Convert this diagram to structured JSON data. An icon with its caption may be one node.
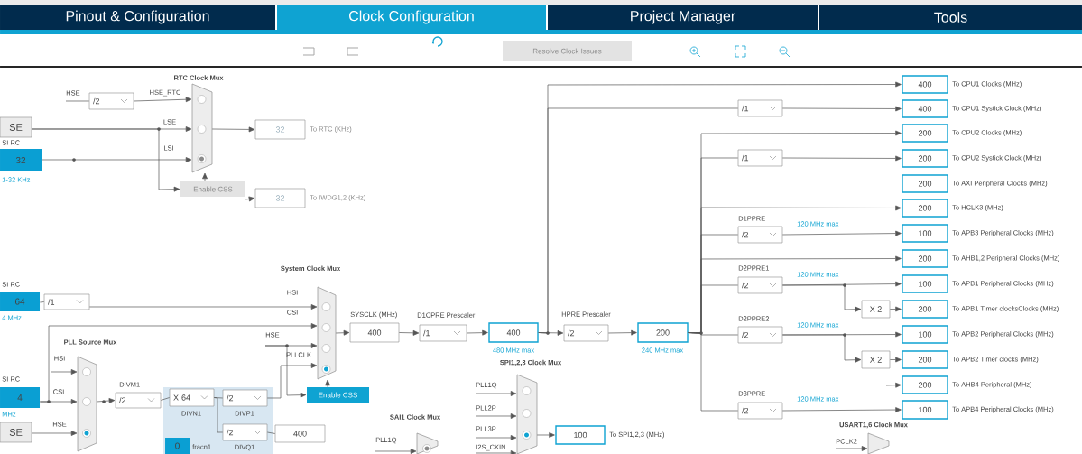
{
  "diagram": {
    "nodes": [
      {
        "text": [
          "Pinout & Configuration"
        ]
      },
      {
        "text": [
          "Clock Configuration"
        ]
      },
      {
        "text": [
          "Project Manager"
        ]
      },
      {
        "text": [
          "Tools"
        ]
      },
      {
        "text": [
          "Resolve Clock Issues"
        ]
      },
      {
        "text": [
          "SE"
        ]
      },
      {
        "text": [
          "32"
        ],
        "beside": [
          "SI RC",
          "1-32 KHz"
        ]
      },
      {
        "text": [
          "/2"
        ]
      },
      {
        "text": [
          "RTC Clock Mux"
        ]
      },
      {
        "text": [
          "32"
        ],
        "beside": [
          "To RTC (KHz)"
        ]
      },
      {
        "text": [
          "Enable CSS"
        ]
      },
      {
        "text": [
          "32"
        ],
        "beside": [
          "To IWDG1,2 (KHz)"
        ]
      },
      {
        "text": [
          "64"
        ],
        "beside": [
          "SI RC",
          "4 MHz"
        ]
      },
      {
        "text": [
          "/1"
        ]
      },
      {
        "text": [
          "System Clock Mux"
        ]
      },
      {
        "text": [
          "400"
        ],
        "beside": [
          "SYSCLK (MHz)"
        ]
      },
      {
        "text": [
          "/1"
        ],
        "beside": [
          "D1CPRE Prescaler"
        ]
      },
      {
        "text": [
          "400"
        ],
        "beside": [
          "480 MHz max"
        ]
      },
      {
        "text": [
          "/2"
        ],
        "beside": [
          "HPRE Prescaler"
        ]
      },
      {
        "text": [
          "200"
        ],
        "beside": [
          "240 MHz max"
        ]
      },
      {
        "text": [
          "4"
        ],
        "beside": [
          "SI RC",
          "MHz"
        ]
      },
      {
        "text": [
          "SE"
        ]
      },
      {
        "text": [
          "PLL Source Mux"
        ]
      },
      {
        "text": [
          "/2"
        ],
        "beside": [
          "DIVM1"
        ]
      },
      {
        "text": [],
        "shape": "box"
      },
      {
        "text": [
          "X 64"
        ],
        "beside": [
          "DIVN1"
        ],
        "in": 24
      },
      {
        "text": [
          "/2"
        ],
        "beside": [
          "DIVP1"
        ],
        "in": 24
      },
      {
        "text": [
          "/2"
        ],
        "beside": [
          "DIVQ1"
        ],
        "in": 24
      },
      {
        "text": [
          "0"
        ],
        "beside": [
          "fracn1"
        ],
        "in": 24
      },
      {
        "text": [
          "400"
        ]
      },
      {
        "text": [
          "Enable CSS"
        ]
      },
      {
        "text": [
          "SPI1,2,3 Clock Mux"
        ]
      },
      {
        "text": [
          "100"
        ],
        "beside": [
          "To SPI1,2,3 (MHz)"
        ]
      },
      {
        "text": [
          "SAI1 Clock Mux"
        ]
      },
      {
        "text": [
          "USART1,6 Clock Mux"
        ]
      },
      {
        "text": [
          "400"
        ],
        "beside": [
          "To CPU1 Clocks (MHz)"
        ]
      },
      {
        "text": [
          "/1"
        ]
      },
      {
        "text": [
          "400"
        ],
        "beside": [
          "To CPU1 Systick Clock (MHz)"
        ]
      },
      {
        "text": [
          "200"
        ],
        "beside": [
          "To CPU2 Clocks (MHz)"
        ]
      },
      {
        "text": [
          "/1"
        ]
      },
      {
        "text": [
          "200"
        ],
        "beside": [
          "To CPU2 Systick Clock (MHz)"
        ]
      },
      {
        "text": [
          "200"
        ],
        "beside": [
          "To AXI Peripheral Clocks (MHz)"
        ]
      },
      {
        "text": [
          "200"
        ],
        "beside": [
          "To HCLK3 (MHz)"
        ]
      },
      {
        "text": [
          "/2"
        ],
        "beside": [
          "D1PPRE",
          "120 MHz max"
        ]
      },
      {
        "text": [
          "100"
        ],
        "beside": [
          "To APB3 Peripheral Clocks (MHz)"
        ]
      },
      {
        "text": [
          "200"
        ],
        "beside": [
          "To AHB1,2 Peripheral Clocks (MHz)"
        ]
      },
      {
        "text": [
          "/2"
        ],
        "beside": [
          "D2PPRE1",
          "120 MHz max"
        ]
      },
      {
        "text": [
          "100"
        ],
        "beside": [
          "To APB1 Peripheral Clocks (MHz)"
        ]
      },
      {
        "text": [
          "X 2"
        ]
      },
      {
        "text": [
          "200"
        ],
        "beside": [
          "To APB1 Timer clocksClocks (MHz)"
        ]
      },
      {
        "text": [
          "/2"
        ],
        "beside": [
          "D2PPRE2",
          "120 MHz max"
        ]
      },
      {
        "text": [
          "100"
        ],
        "beside": [
          "To APB2 Peripheral Clocks (MHz)"
        ]
      },
      {
        "text": [
          "X 2"
        ]
      },
      {
        "text": [
          "200"
        ],
        "beside": [
          "To APB2 Timer clocks (MHz)"
        ]
      },
      {
        "text": [
          "200"
        ],
        "beside": [
          "To AHB4 Peripheral (MHz)"
        ]
      },
      {
        "text": [
          "/2"
        ],
        "beside": [
          "D3PPRE",
          "120 MHz max"
        ]
      },
      {
        "text": [
          "100"
        ],
        "beside": [
          "To APB4 Peripheral Clocks (MHz)"
        ]
      },
      {
        "text": [
          "HSE"
        ]
      },
      {
        "text": [
          "HSE"
        ]
      },
      {
        "text": [
          "PLL1Q"
        ]
      },
      {
        "text": [
          "PLL2P"
        ]
      },
      {
        "text": [
          "PLL3P"
        ]
      },
      {
        "text": [
          "I2S_CKIN"
        ]
      },
      {
        "text": [
          "PLL1Q"
        ]
      },
      {
        "text": [
          "PCLK2"
        ]
      }
    ],
    "edges": [
      {
        "from": 57,
        "to": 7,
        "arrow": "none"
      },
      {
        "from": 7,
        "to": 8,
        "arrow": "to"
      },
      {
        "from": 5,
        "to": 8,
        "arrow": "to"
      },
      {
        "from": 6,
        "to": 8,
        "arrow": "to"
      },
      {
        "from": 8,
        "to": 9,
        "arrow": "to"
      },
      {
        "from": 10,
        "to": 8,
        "arrow": "to"
      },
      {
        "from": 5,
        "to": 10,
        "arrow": "to"
      },
      {
        "from": 10,
        "to": 11,
        "arrow": "to"
      },
      {
        "from": 12,
        "to": 13,
        "arrow": "none"
      },
      {
        "from": 13,
        "to": 14,
        "arrow": "to"
      },
      {
        "from": 20,
        "to": 14,
        "arrow": "to"
      },
      {
        "from": 58,
        "to": 14,
        "arrow": "to"
      },
      {
        "from": 58,
        "to": 30,
        "arrow": "to"
      },
      {
        "from": 26,
        "to": 14,
        "arrow": "to"
      },
      {
        "from": 30,
        "to": 14,
        "arrow": "to"
      },
      {
        "from": 14,
        "to": 15,
        "arrow": "to"
      },
      {
        "from": 15,
        "to": 16,
        "arrow": "to"
      },
      {
        "from": 16,
        "to": 17,
        "arrow": "to"
      },
      {
        "from": 17,
        "to": 18,
        "arrow": "to"
      },
      {
        "from": 17,
        "to": 35,
        "arrow": "to"
      },
      {
        "from": 17,
        "to": 36,
        "arrow": "none"
      },
      {
        "from": 36,
        "to": 37,
        "arrow": "to"
      },
      {
        "from": 18,
        "to": 19,
        "arrow": "to"
      },
      {
        "from": 19,
        "to": 38,
        "arrow": "to"
      },
      {
        "from": 19,
        "to": 39,
        "arrow": "none"
      },
      {
        "from": 39,
        "to": 40,
        "arrow": "to"
      },
      {
        "from": 19,
        "to": 42,
        "arrow": "to"
      },
      {
        "from": 19,
        "to": 43,
        "arrow": "none"
      },
      {
        "from": 43,
        "to": 44,
        "arrow": "to"
      },
      {
        "from": 19,
        "to": 45,
        "arrow": "to"
      },
      {
        "from": 19,
        "to": 46,
        "arrow": "none"
      },
      {
        "from": 46,
        "to": 47,
        "arrow": "to"
      },
      {
        "from": 46,
        "to": 48,
        "arrow": "to"
      },
      {
        "from": 48,
        "to": 49,
        "arrow": "to"
      },
      {
        "from": 19,
        "to": 50,
        "arrow": "none"
      },
      {
        "from": 50,
        "to": 51,
        "arrow": "to"
      },
      {
        "from": 50,
        "to": 52,
        "arrow": "to"
      },
      {
        "from": 52,
        "to": 53,
        "arrow": "to"
      },
      {
        "from": null,
        "to": 54,
        "arrow": "to"
      },
      {
        "from": 19,
        "to": 55,
        "arrow": "none"
      },
      {
        "from": 55,
        "to": 56,
        "arrow": "to"
      },
      {
        "from": null,
        "to": 22,
        "arrow": "to"
      },
      {
        "from": 20,
        "to": 22,
        "arrow": "to"
      },
      {
        "from": 21,
        "to": 22,
        "arrow": "to"
      },
      {
        "from": 22,
        "to": 23,
        "arrow": "to"
      },
      {
        "from": 23,
        "to": 25,
        "arrow": "none"
      },
      {
        "from": 25,
        "to": 26,
        "arrow": "none"
      },
      {
        "from": 25,
        "to": 27,
        "arrow": "none"
      },
      {
        "from": 27,
        "to": 29,
        "arrow": "none"
      },
      {
        "from": 59,
        "to": 31,
        "arrow": "to"
      },
      {
        "from": 60,
        "to": 31,
        "arrow": "to"
      },
      {
        "from": 61,
        "to": 31,
        "arrow": "to"
      },
      {
        "from": 62,
        "to": 31,
        "arrow": "to"
      },
      {
        "from": 31,
        "to": 32,
        "arrow": "to"
      },
      {
        "from": 63,
        "to": 33,
        "arrow": "to"
      },
      {
        "from": 64,
        "to": 34,
        "arrow": "to"
      }
    ],
    "labels": [
      "HSE_RTC",
      "LSE",
      "LSI",
      "HSI",
      "CSI",
      "PLLCLK",
      "HSI",
      "CSI",
      "HSE"
    ]
  }
}
